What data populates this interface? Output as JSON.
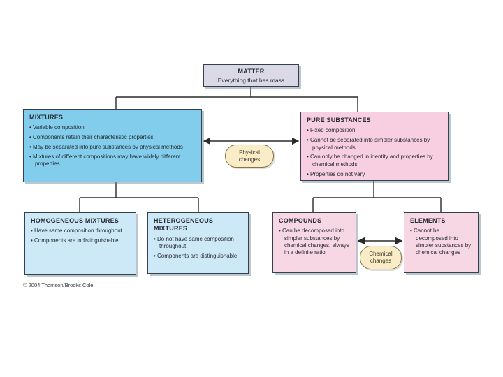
{
  "nodes": {
    "matter": {
      "title": "MATTER",
      "subtitle": "Everything that has mass"
    },
    "mixtures": {
      "title": "MIXTURES",
      "bullets": [
        "Variable composition",
        "Components retain their characteristic properties",
        "May be separated into pure substances by physical methods",
        "Mixtures of different compositions may have widely different properties"
      ]
    },
    "pure_substances": {
      "title": "PURE SUBSTANCES",
      "bullets": [
        "Fixed composition",
        "Cannot be separated into simpler substances by physical methods",
        "Can only be changed in identity and properties by chemical methods",
        "Properties do not vary"
      ]
    },
    "homogeneous_mixtures": {
      "title": "HOMOGENEOUS MIXTURES",
      "bullets": [
        "Have same composition throughout",
        "Components are indistinguishable"
      ]
    },
    "heterogeneous_mixtures": {
      "title": "HETEROGENEOUS MIXTURES",
      "bullets": [
        "Do not have same composition throughout",
        "Components are distinguishable"
      ]
    },
    "compounds": {
      "title": "COMPOUNDS",
      "bullets": [
        "Can be decomposed into simpler substances by chemical changes, always in a definite ratio"
      ]
    },
    "elements": {
      "title": "ELEMENTS",
      "bullets": [
        "Cannot be decomposed into simpler substances by chemical changes"
      ]
    },
    "physical_changes": {
      "label": "Physical changes"
    },
    "chemical_changes": {
      "label": "Chemical changes"
    }
  },
  "footer": {
    "copyright": "© 2004 Thomson/Brooks Cole"
  },
  "colors": {
    "matter_fill": "#dbd9e6",
    "mixtures_fill": "#82cdec",
    "mixtures_child_fill": "#cde9f7",
    "pure_substances_fill": "#f7cfe0",
    "pure_substances_child_fill": "#f8d7e5",
    "oval_fill": "#f9ecc6",
    "oval_border": "#86754a",
    "box_border": "#35404d",
    "connector_line": "#2b2b2b"
  }
}
